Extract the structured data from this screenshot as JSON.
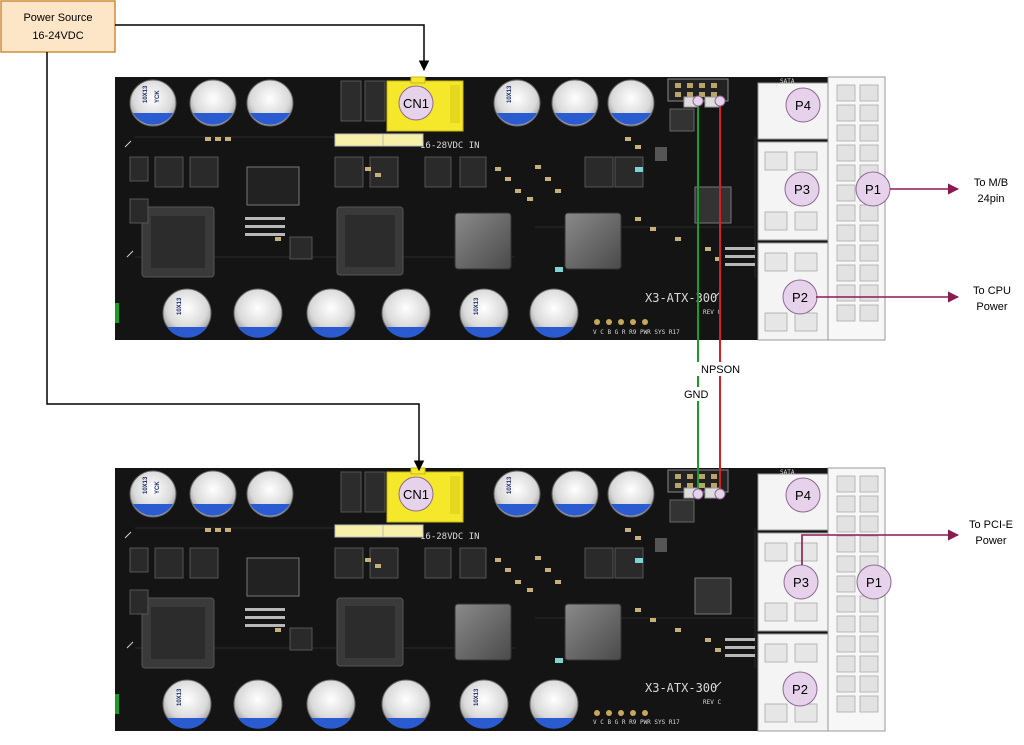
{
  "power_source": {
    "line1": "Power Source",
    "line2": "16-24VDC"
  },
  "boards": [
    {
      "id": "top",
      "connectors": {
        "cn1": "CN1",
        "p1": "P1",
        "p2": "P2",
        "p3": "P3",
        "p4": "P4"
      },
      "input_label": "16-28VDC IN",
      "board_name": "X3-ATX-300",
      "rev": "REV C",
      "cap_label": "10X13",
      "cap_sub": "YCK",
      "status_row": "V  C  B  G  R  R9  PWR SYS  R17",
      "sata": "SATA"
    },
    {
      "id": "bottom",
      "connectors": {
        "cn1": "CN1",
        "p1": "P1",
        "p2": "P2",
        "p3": "P3",
        "p4": "P4"
      },
      "input_label": "16-28VDC IN",
      "board_name": "X3-ATX-300",
      "rev": "REV C",
      "cap_label": "10X13",
      "cap_sub": "YCK",
      "status_row": "V  C  B  G  R  R9  PWR SYS  R17",
      "sata": "SATA"
    }
  ],
  "annotations": {
    "to_mb_line1": "To M/B",
    "to_mb_line2": "24pin",
    "to_cpu_line1": "To CPU",
    "to_cpu_line2": "Power",
    "to_pcie_line1": "To PCI-E",
    "to_pcie_line2": "Power",
    "gnd": "GND",
    "npson": "NPSON"
  },
  "colors": {
    "board": "#141414",
    "cn1_housing": "#f5e82a",
    "connector_white": "#f4f4f4",
    "label_circle": "#e6d2ea",
    "arrow_purple": "#8b1a52",
    "wire_gnd": "#1a9b2a",
    "wire_npson": "#d42020",
    "power_source_fill": "#fde6c8",
    "power_source_stroke": "#d08b3a",
    "cap_sleeve": "#e2e2e2",
    "cap_blue": "#2a5bd0"
  }
}
